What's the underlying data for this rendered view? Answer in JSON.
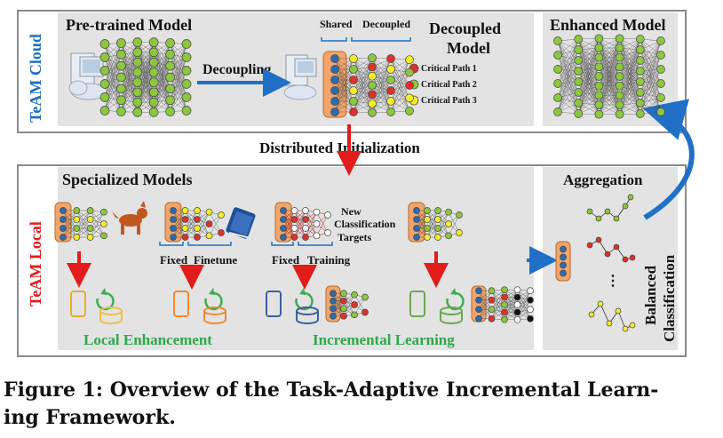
{
  "cloud": {
    "side_label": "TeAM Cloud",
    "pretrained_title": "Pre-trained Model",
    "decoupling_label": "Decoupling",
    "shared_label": "Shared",
    "decoupled_small_label": "Decoupled",
    "decoupled_title_line1": "Decoupled",
    "decoupled_title_line2": "Model",
    "critical_paths": [
      "Critical Path 1",
      "Critical Path 2",
      "Critical Path 3"
    ],
    "enhanced_title": "Enhanced Model"
  },
  "distributed_label": "Distributed Initialization",
  "local": {
    "side_label": "TeAM Local",
    "specialized_title": "Specialized Models",
    "fixed_label_1": "Fixed",
    "finetune_label": "Finetune",
    "new_targets_line1": "New",
    "new_targets_line2": "Classification",
    "new_targets_line3": "Targets",
    "fixed_label_2": "Fixed",
    "training_label": "Training",
    "local_enhancement": "Local Enhancement",
    "incremental_learning": "Incremental Learning"
  },
  "aggregation": {
    "title": "Aggregation",
    "ellipsis": "⋮",
    "balanced_line1": "Balanced",
    "balanced_line2": "Classification"
  },
  "caption": {
    "line1": "Figure 1: Overview of the Task-Adaptive Incremental Learn-",
    "line2": "ing Framework."
  },
  "colors": {
    "node_green": "#8dc63f",
    "node_red": "#e0302a",
    "node_yellow": "#f4ee2a",
    "node_blue": "#2b6cb0",
    "shared_box": "#f2a56b",
    "arrow_blue": "#2070c8",
    "arrow_red": "#e21b1b",
    "cloud_label": "#1f6fbf",
    "local_label": "#e21b1b",
    "green_text": "#2ea84a"
  }
}
